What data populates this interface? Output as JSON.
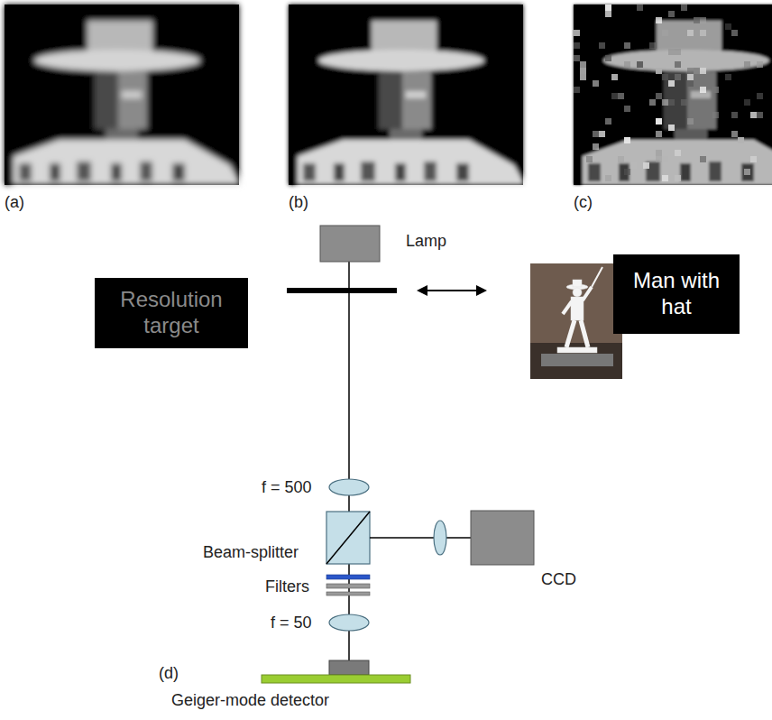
{
  "diagram": {
    "nodes": [
      {
        "text": [
          "Resolution target"
        ]
      },
      {
        "text": [
          "Man with hat"
        ]
      }
    ],
    "labels": [
      "(a)",
      "(b)",
      "(c)",
      "Lamp",
      "f = 500",
      "Beam-splitter",
      "Filters",
      "CCD",
      "f = 50",
      "(d)",
      "Geiger-mode detector"
    ]
  }
}
